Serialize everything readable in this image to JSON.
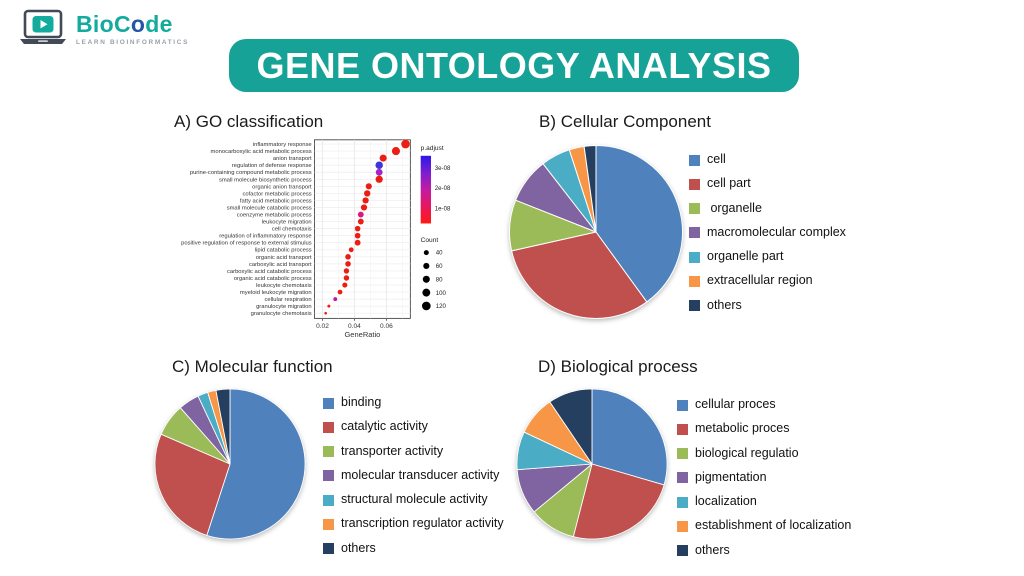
{
  "logo": {
    "brand_bio": "Bio",
    "brand_c": "C",
    "brand_o": "o",
    "brand_de": "de",
    "tagline": "LEARN BIOINFORMATICS"
  },
  "banner": {
    "title": "GENE ONTOLOGY ANALYSIS",
    "color": "#16a296"
  },
  "colors": {
    "accent_teal": "#16a296",
    "logo_teal": "#12ab9e",
    "logo_blue": "#2456a8",
    "pie_blue": "#4f81bd",
    "pie_red": "#c0504d",
    "pie_green": "#9bbb59",
    "pie_purple": "#8064a2",
    "pie_lightblue": "#4bacc6",
    "pie_orange": "#f79646",
    "pie_navy": "#243f60",
    "dot_red": "#ec1d13",
    "dot_blue": "#3c35dd"
  },
  "chart_data": [
    {
      "id": "go_classification",
      "type": "scatter",
      "title": "A) GO classification",
      "xlabel": "GeneRatio",
      "xlim": [
        0.015,
        0.075
      ],
      "xticks": [
        "0.02",
        "0.04",
        "0.06"
      ],
      "xtick_values": [
        0.02,
        0.04,
        0.06
      ],
      "grid": true,
      "legend": {
        "color_title": "p.adjust",
        "color_labels": [
          "3e-08",
          "2e-08",
          "1e-08"
        ],
        "gradient": [
          "#2d16e8",
          "#7a1fd0",
          "#c01ca4",
          "#e8175e",
          "#ff1814"
        ],
        "size_title": "Count",
        "size_values": [
          40,
          60,
          80,
          100,
          120
        ]
      },
      "points": [
        {
          "label": "inflammatory response",
          "gene_ratio": 0.072,
          "count": 120,
          "color": "#ec1d13"
        },
        {
          "label": "monocarboxylic acid metabolic process",
          "gene_ratio": 0.066,
          "count": 105,
          "color": "#ec1d13"
        },
        {
          "label": "anion transport",
          "gene_ratio": 0.058,
          "count": 80,
          "color": "#ec1d13"
        },
        {
          "label": "regulation of defense response",
          "gene_ratio": 0.0555,
          "count": 90,
          "color": "#3c35dd"
        },
        {
          "label": "purine-containing compound metabolic process",
          "gene_ratio": 0.0555,
          "count": 75,
          "color": "#a427c4"
        },
        {
          "label": "small molecule biosynthetic process",
          "gene_ratio": 0.0555,
          "count": 85,
          "color": "#ec1d13"
        },
        {
          "label": "organic anion transport",
          "gene_ratio": 0.049,
          "count": 60,
          "color": "#ec1d13"
        },
        {
          "label": "cofactor metabolic process",
          "gene_ratio": 0.048,
          "count": 65,
          "color": "#ec1d13"
        },
        {
          "label": "fatty acid metabolic process",
          "gene_ratio": 0.047,
          "count": 62,
          "color": "#ec1d13"
        },
        {
          "label": "small molecule catabolic process",
          "gene_ratio": 0.046,
          "count": 62,
          "color": "#ec1d13"
        },
        {
          "label": "coenzyme metabolic process",
          "gene_ratio": 0.044,
          "count": 55,
          "color": "#d81a7e"
        },
        {
          "label": "leukocyte migration",
          "gene_ratio": 0.044,
          "count": 55,
          "color": "#ec1d13"
        },
        {
          "label": "cell chemotaxis",
          "gene_ratio": 0.042,
          "count": 50,
          "color": "#ec1d13"
        },
        {
          "label": "regulation of inflammatory response",
          "gene_ratio": 0.042,
          "count": 52,
          "color": "#ec1d13"
        },
        {
          "label": "positive regulation of response to external stimulus",
          "gene_ratio": 0.042,
          "count": 55,
          "color": "#ec1d13"
        },
        {
          "label": "lipid catabolic process",
          "gene_ratio": 0.038,
          "count": 38,
          "color": "#ec1d13"
        },
        {
          "label": "organic acid transport",
          "gene_ratio": 0.036,
          "count": 50,
          "color": "#ec1d13"
        },
        {
          "label": "carboxylic acid transport",
          "gene_ratio": 0.036,
          "count": 50,
          "color": "#ec1d13"
        },
        {
          "label": "carboxylic acid catabolic process",
          "gene_ratio": 0.035,
          "count": 46,
          "color": "#ec1d13"
        },
        {
          "label": "organic acid catabolic process",
          "gene_ratio": 0.035,
          "count": 48,
          "color": "#ec1d13"
        },
        {
          "label": "leukocyte chemotaxis",
          "gene_ratio": 0.034,
          "count": 42,
          "color": "#ec1d13"
        },
        {
          "label": "myeloid leukocyte migration",
          "gene_ratio": 0.031,
          "count": 36,
          "color": "#ec1d13"
        },
        {
          "label": "cellular respiration",
          "gene_ratio": 0.028,
          "count": 24,
          "color": "#c21a9e"
        },
        {
          "label": "granulocyte migration",
          "gene_ratio": 0.024,
          "count": 14,
          "color": "#ec1d13"
        },
        {
          "label": "granulocyte chemotaxis",
          "gene_ratio": 0.022,
          "count": 11,
          "color": "#ec1d13"
        }
      ]
    },
    {
      "id": "cellular_component",
      "type": "pie",
      "title": "B) Cellular Component",
      "slices": [
        {
          "label": "cell",
          "value": 40,
          "color": "#4f81bd"
        },
        {
          "label": "cell part",
          "value": 31.5,
          "color": "#c0504d"
        },
        {
          "label": " organelle",
          "value": 9.5,
          "color": "#9bbb59"
        },
        {
          "label": "macromolecular complex",
          "value": 8.5,
          "color": "#8064a2"
        },
        {
          "label": "organelle part",
          "value": 5.5,
          "color": "#4bacc6"
        },
        {
          "label": "extracellular region",
          "value": 2.8,
          "color": "#f79646"
        },
        {
          "label": "others",
          "value": 2.2,
          "color": "#243f60"
        }
      ]
    },
    {
      "id": "molecular_function",
      "type": "pie",
      "title": "C) Molecular function",
      "slices": [
        {
          "label": "binding",
          "value": 55,
          "color": "#4f81bd"
        },
        {
          "label": "catalytic activity",
          "value": 26.5,
          "color": "#c0504d"
        },
        {
          "label": "transporter activity",
          "value": 7,
          "color": "#9bbb59"
        },
        {
          "label": "molecular transducer activity",
          "value": 4.5,
          "color": "#8064a2"
        },
        {
          "label": "structural molecule activity",
          "value": 2.2,
          "color": "#4bacc6"
        },
        {
          "label": "transcription regulator activity",
          "value": 1.8,
          "color": "#f79646"
        },
        {
          "label": "others",
          "value": 3,
          "color": "#243f60"
        }
      ]
    },
    {
      "id": "biological_process",
      "type": "pie",
      "title": "D) Biological process",
      "slices": [
        {
          "label": "cellular proces",
          "value": 29.5,
          "color": "#4f81bd"
        },
        {
          "label": "metabolic proces",
          "value": 24.5,
          "color": "#c0504d"
        },
        {
          "label": "biological regulatio",
          "value": 10,
          "color": "#9bbb59"
        },
        {
          "label": "pigmentation",
          "value": 9.8,
          "color": "#8064a2"
        },
        {
          "label": "localization",
          "value": 8.2,
          "color": "#4bacc6"
        },
        {
          "label": "establishment of localization",
          "value": 8.5,
          "color": "#f79646"
        },
        {
          "label": "others",
          "value": 9.5,
          "color": "#243f60"
        }
      ]
    }
  ]
}
